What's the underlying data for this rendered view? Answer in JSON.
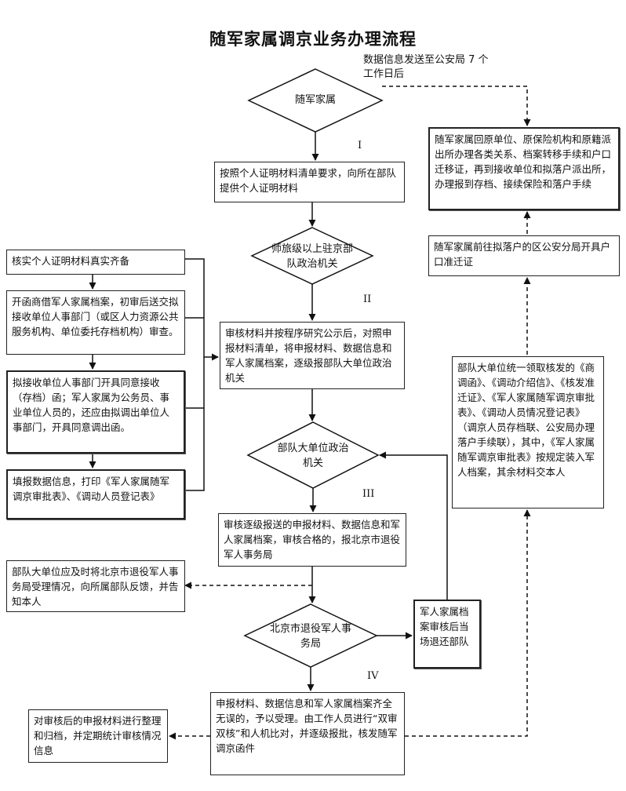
{
  "title": "随军家属调京业务办理流程",
  "top_note": "数据信息发送至公安局 7 个工作日后",
  "steps": {
    "diamond1": "随军家属",
    "box1": "按照个人证明材料清单要求，向所在部队提供个人证明材料",
    "diamond2": "师旅级以上驻京部队政治机关",
    "box2": "审核材料并按程序研究公示后，对照申报材料清单，将申报材料、数据信息和军人家属档案，逐级报部队大单位政治机关",
    "diamond3": "部队大单位政治机关",
    "box3": "审核逐级报送的申报材料、数据信息和军人家属档案，审核合格的，报北京市退役军人事务局",
    "diamond4": "北京市退役军人事务局",
    "box4": "申报材料、数据信息和军人家属档案齐全无误的，予以受理。由工作人员进行“双审双核”和人机比对，并逐级报批，核发随军调京函件"
  },
  "left_boxes": {
    "l1": "核实个人证明材料真实齐备",
    "l2": "开函商借军人家属档案，初审后送交拟接收单位人事部门（或区人力资源公共服务机构、单位委托存档机构）审查。",
    "l3": "拟接收单位人事部门开具同意接收（存档）函；军人家属为公务员、事业单位人员的，还应由拟调出单位人事部门，开具同意调出函。",
    "l4": "填报数据信息，打印《军人家属随军调京审批表》、《调动人员登记表》",
    "l5": "部队大单位应及时将北京市退役军人事务局受理情况，向所属部队反馈，并告知本人",
    "l6": "对审核后的申报材料进行整理和归档，并定期统计审核情况信息"
  },
  "right_boxes": {
    "r1": "随军家属回原单位、原保险机构和原籍派出所办理各类关系、档案转移手续和户口迁移证，再到接收单位和拟落户派出所，办理报到存档、接续保险和落户手续",
    "r2": "随军家属前往拟落户的区公安分局开具户口准迁证",
    "r3": "部队大单位统一领取核发的《商调函》、《调动介绍信》、《核发准迁证》、《军人家属随军调京审批表》、《调动人员情况登记表》（调京人员存档联、公安局办理落户手续联），其中，《军人家属随军调京审批表》按规定装入军人档案，其余材料交本人",
    "r4": "军人家属档案审核后当场退还部队"
  },
  "stage_labels": [
    "I",
    "II",
    "III",
    "IV"
  ]
}
